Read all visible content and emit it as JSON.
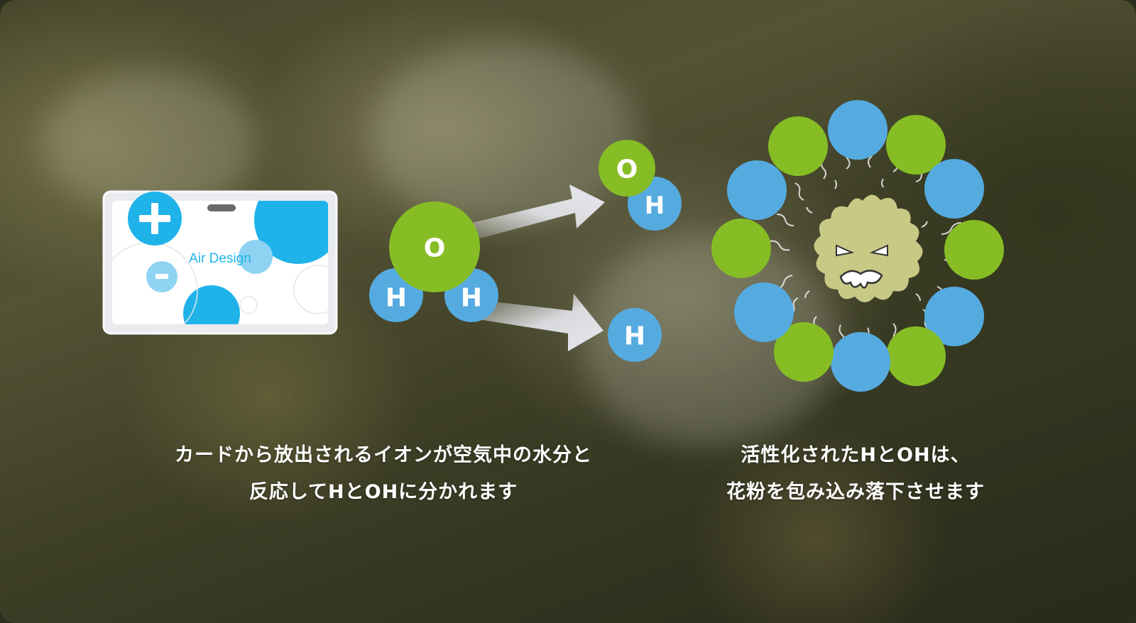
{
  "card": {
    "brand": "Air Design",
    "plus_symbol": "+",
    "minus_symbol": "−"
  },
  "molecule": {
    "oxygen_label": "O",
    "hydrogen_left_label": "H",
    "hydrogen_right_label": "H"
  },
  "products": {
    "hydroxyl_o_label": "O",
    "hydroxyl_h_label": "H",
    "hydrogen_label": "H"
  },
  "captions": {
    "left_line1": "カードから放出されるイオンが空気中の水分と",
    "left_line2": "反応してHとOHに分かれます",
    "right_line1": "活性化されたHとOHは、",
    "right_line2": "花粉を包み込み落下させます"
  },
  "colors": {
    "blue": "#1fb3ea",
    "atom_blue": "#55abe0",
    "atom_green": "#86bd25",
    "pollen": "#c9c986",
    "arrow": "#e6e8ee"
  }
}
